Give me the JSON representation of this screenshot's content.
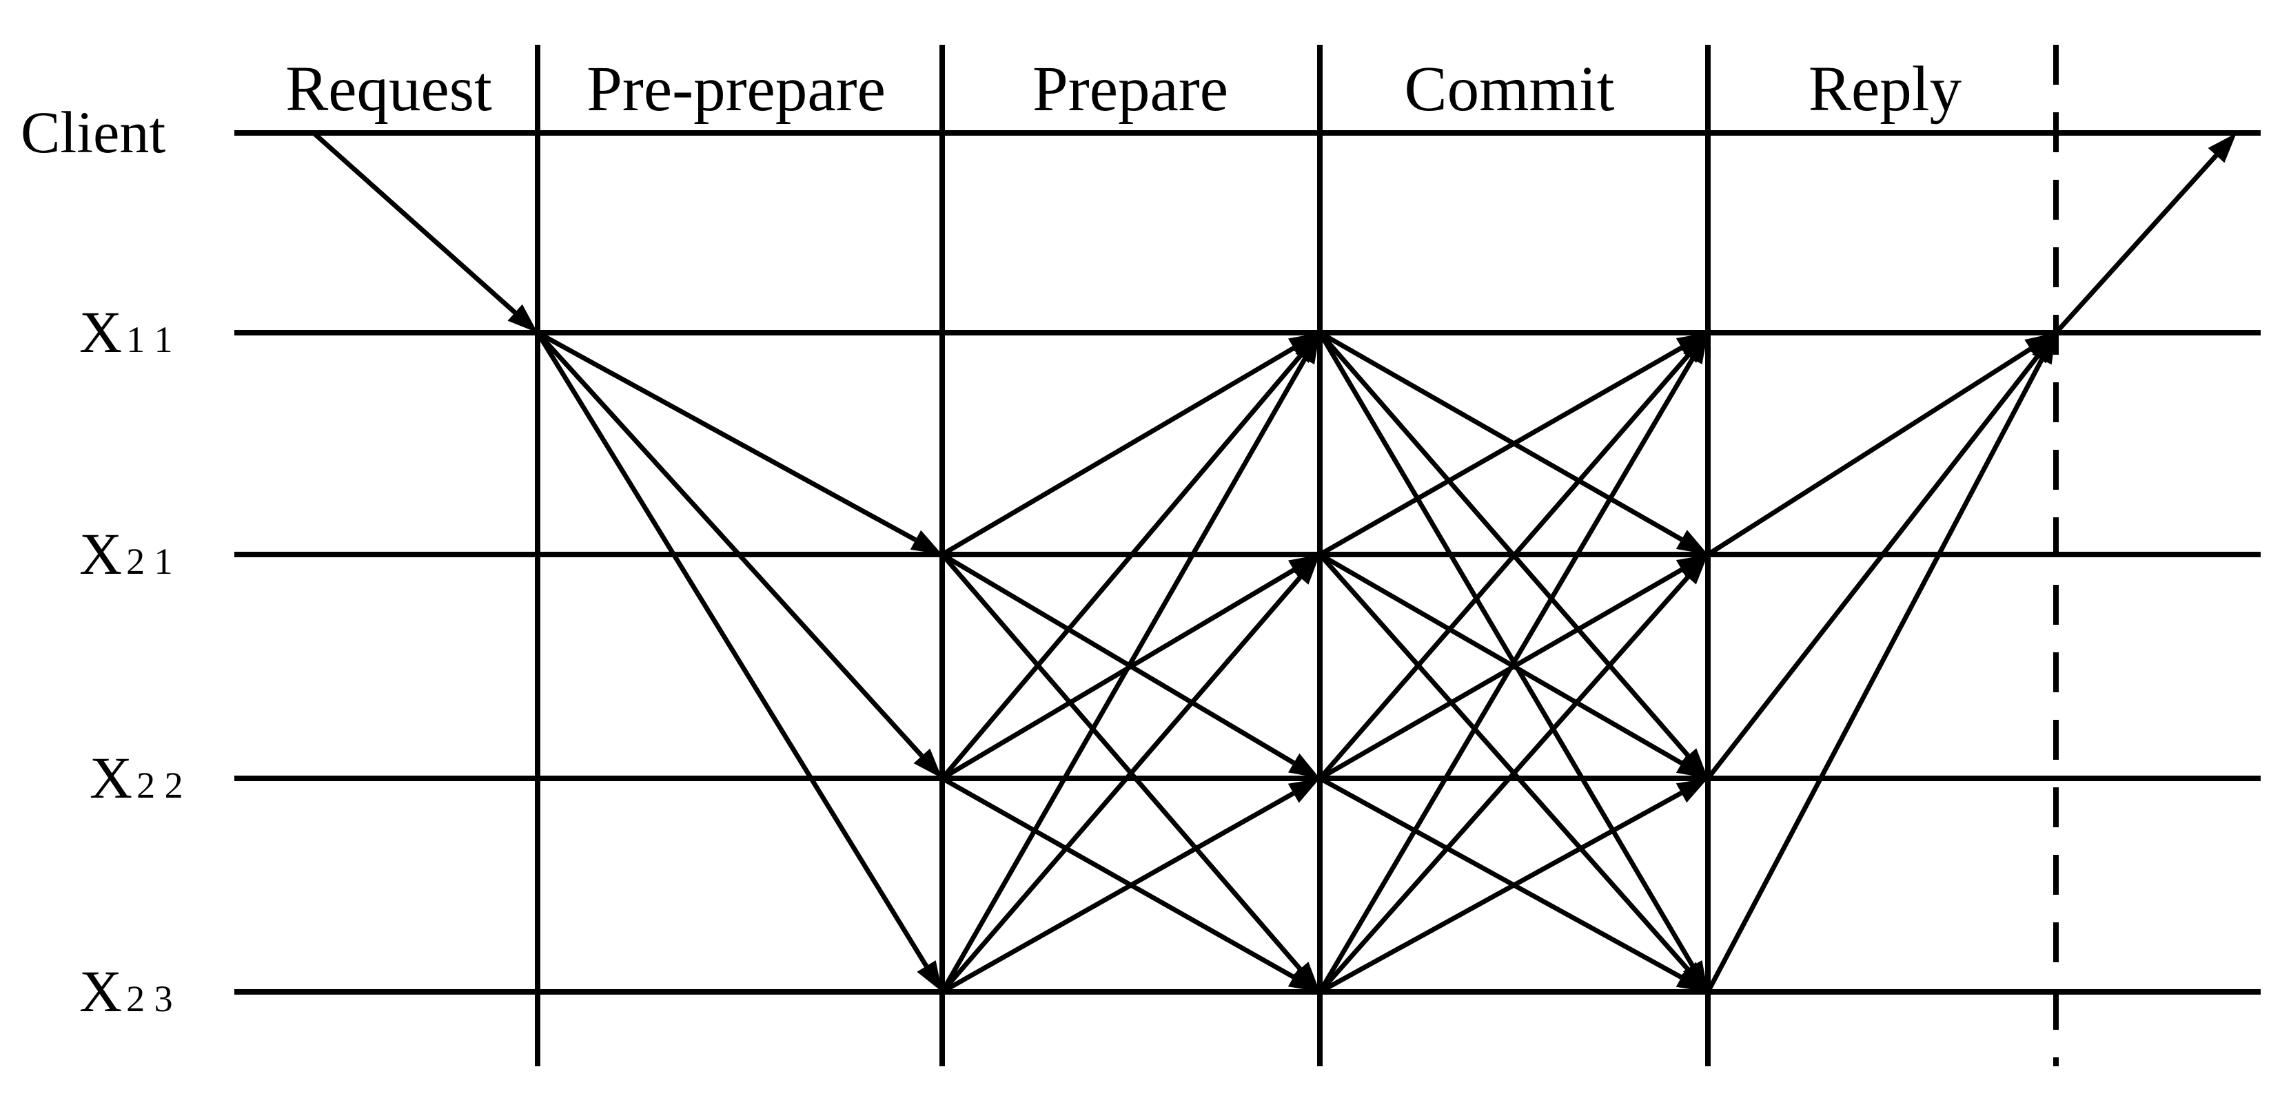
{
  "phases": [
    {
      "id": "request",
      "label": "Request"
    },
    {
      "id": "pre-prepare",
      "label": "Pre-prepare"
    },
    {
      "id": "prepare",
      "label": "Prepare"
    },
    {
      "id": "commit",
      "label": "Commit"
    },
    {
      "id": "reply",
      "label": "Reply"
    }
  ],
  "nodes": [
    {
      "id": "client",
      "label": "Client",
      "sub": ""
    },
    {
      "id": "x11",
      "label": "X",
      "sub": "1 1"
    },
    {
      "id": "x21",
      "label": "X",
      "sub": "2 1"
    },
    {
      "id": "x22",
      "label": "X",
      "sub": "2 2"
    },
    {
      "id": "x23",
      "label": "X",
      "sub": "2 3"
    }
  ],
  "messages": [
    {
      "phase": "request",
      "from": "client",
      "to": "x11"
    },
    {
      "phase": "pre-prepare",
      "from": "x11",
      "to": "x21"
    },
    {
      "phase": "pre-prepare",
      "from": "x11",
      "to": "x22"
    },
    {
      "phase": "pre-prepare",
      "from": "x11",
      "to": "x23"
    },
    {
      "phase": "prepare",
      "from": "x21",
      "to": "x11"
    },
    {
      "phase": "prepare",
      "from": "x21",
      "to": "x22"
    },
    {
      "phase": "prepare",
      "from": "x21",
      "to": "x23"
    },
    {
      "phase": "prepare",
      "from": "x22",
      "to": "x11"
    },
    {
      "phase": "prepare",
      "from": "x22",
      "to": "x21"
    },
    {
      "phase": "prepare",
      "from": "x22",
      "to": "x23"
    },
    {
      "phase": "prepare",
      "from": "x23",
      "to": "x11"
    },
    {
      "phase": "prepare",
      "from": "x23",
      "to": "x21"
    },
    {
      "phase": "prepare",
      "from": "x23",
      "to": "x22"
    },
    {
      "phase": "commit",
      "from": "x11",
      "to": "x21"
    },
    {
      "phase": "commit",
      "from": "x11",
      "to": "x22"
    },
    {
      "phase": "commit",
      "from": "x11",
      "to": "x23"
    },
    {
      "phase": "commit",
      "from": "x21",
      "to": "x11"
    },
    {
      "phase": "commit",
      "from": "x21",
      "to": "x22"
    },
    {
      "phase": "commit",
      "from": "x21",
      "to": "x23"
    },
    {
      "phase": "commit",
      "from": "x22",
      "to": "x11"
    },
    {
      "phase": "commit",
      "from": "x22",
      "to": "x21"
    },
    {
      "phase": "commit",
      "from": "x22",
      "to": "x23"
    },
    {
      "phase": "commit",
      "from": "x23",
      "to": "x11"
    },
    {
      "phase": "commit",
      "from": "x23",
      "to": "x21"
    },
    {
      "phase": "commit",
      "from": "x23",
      "to": "x22"
    },
    {
      "phase": "reply",
      "from": "x21",
      "to": "x11"
    },
    {
      "phase": "reply",
      "from": "x22",
      "to": "x11"
    },
    {
      "phase": "reply",
      "from": "x23",
      "to": "x11"
    },
    {
      "phase": "reply-out",
      "from": "x11",
      "to": "client"
    }
  ],
  "colors": {
    "ink": "#000000",
    "background": "#ffffff"
  }
}
